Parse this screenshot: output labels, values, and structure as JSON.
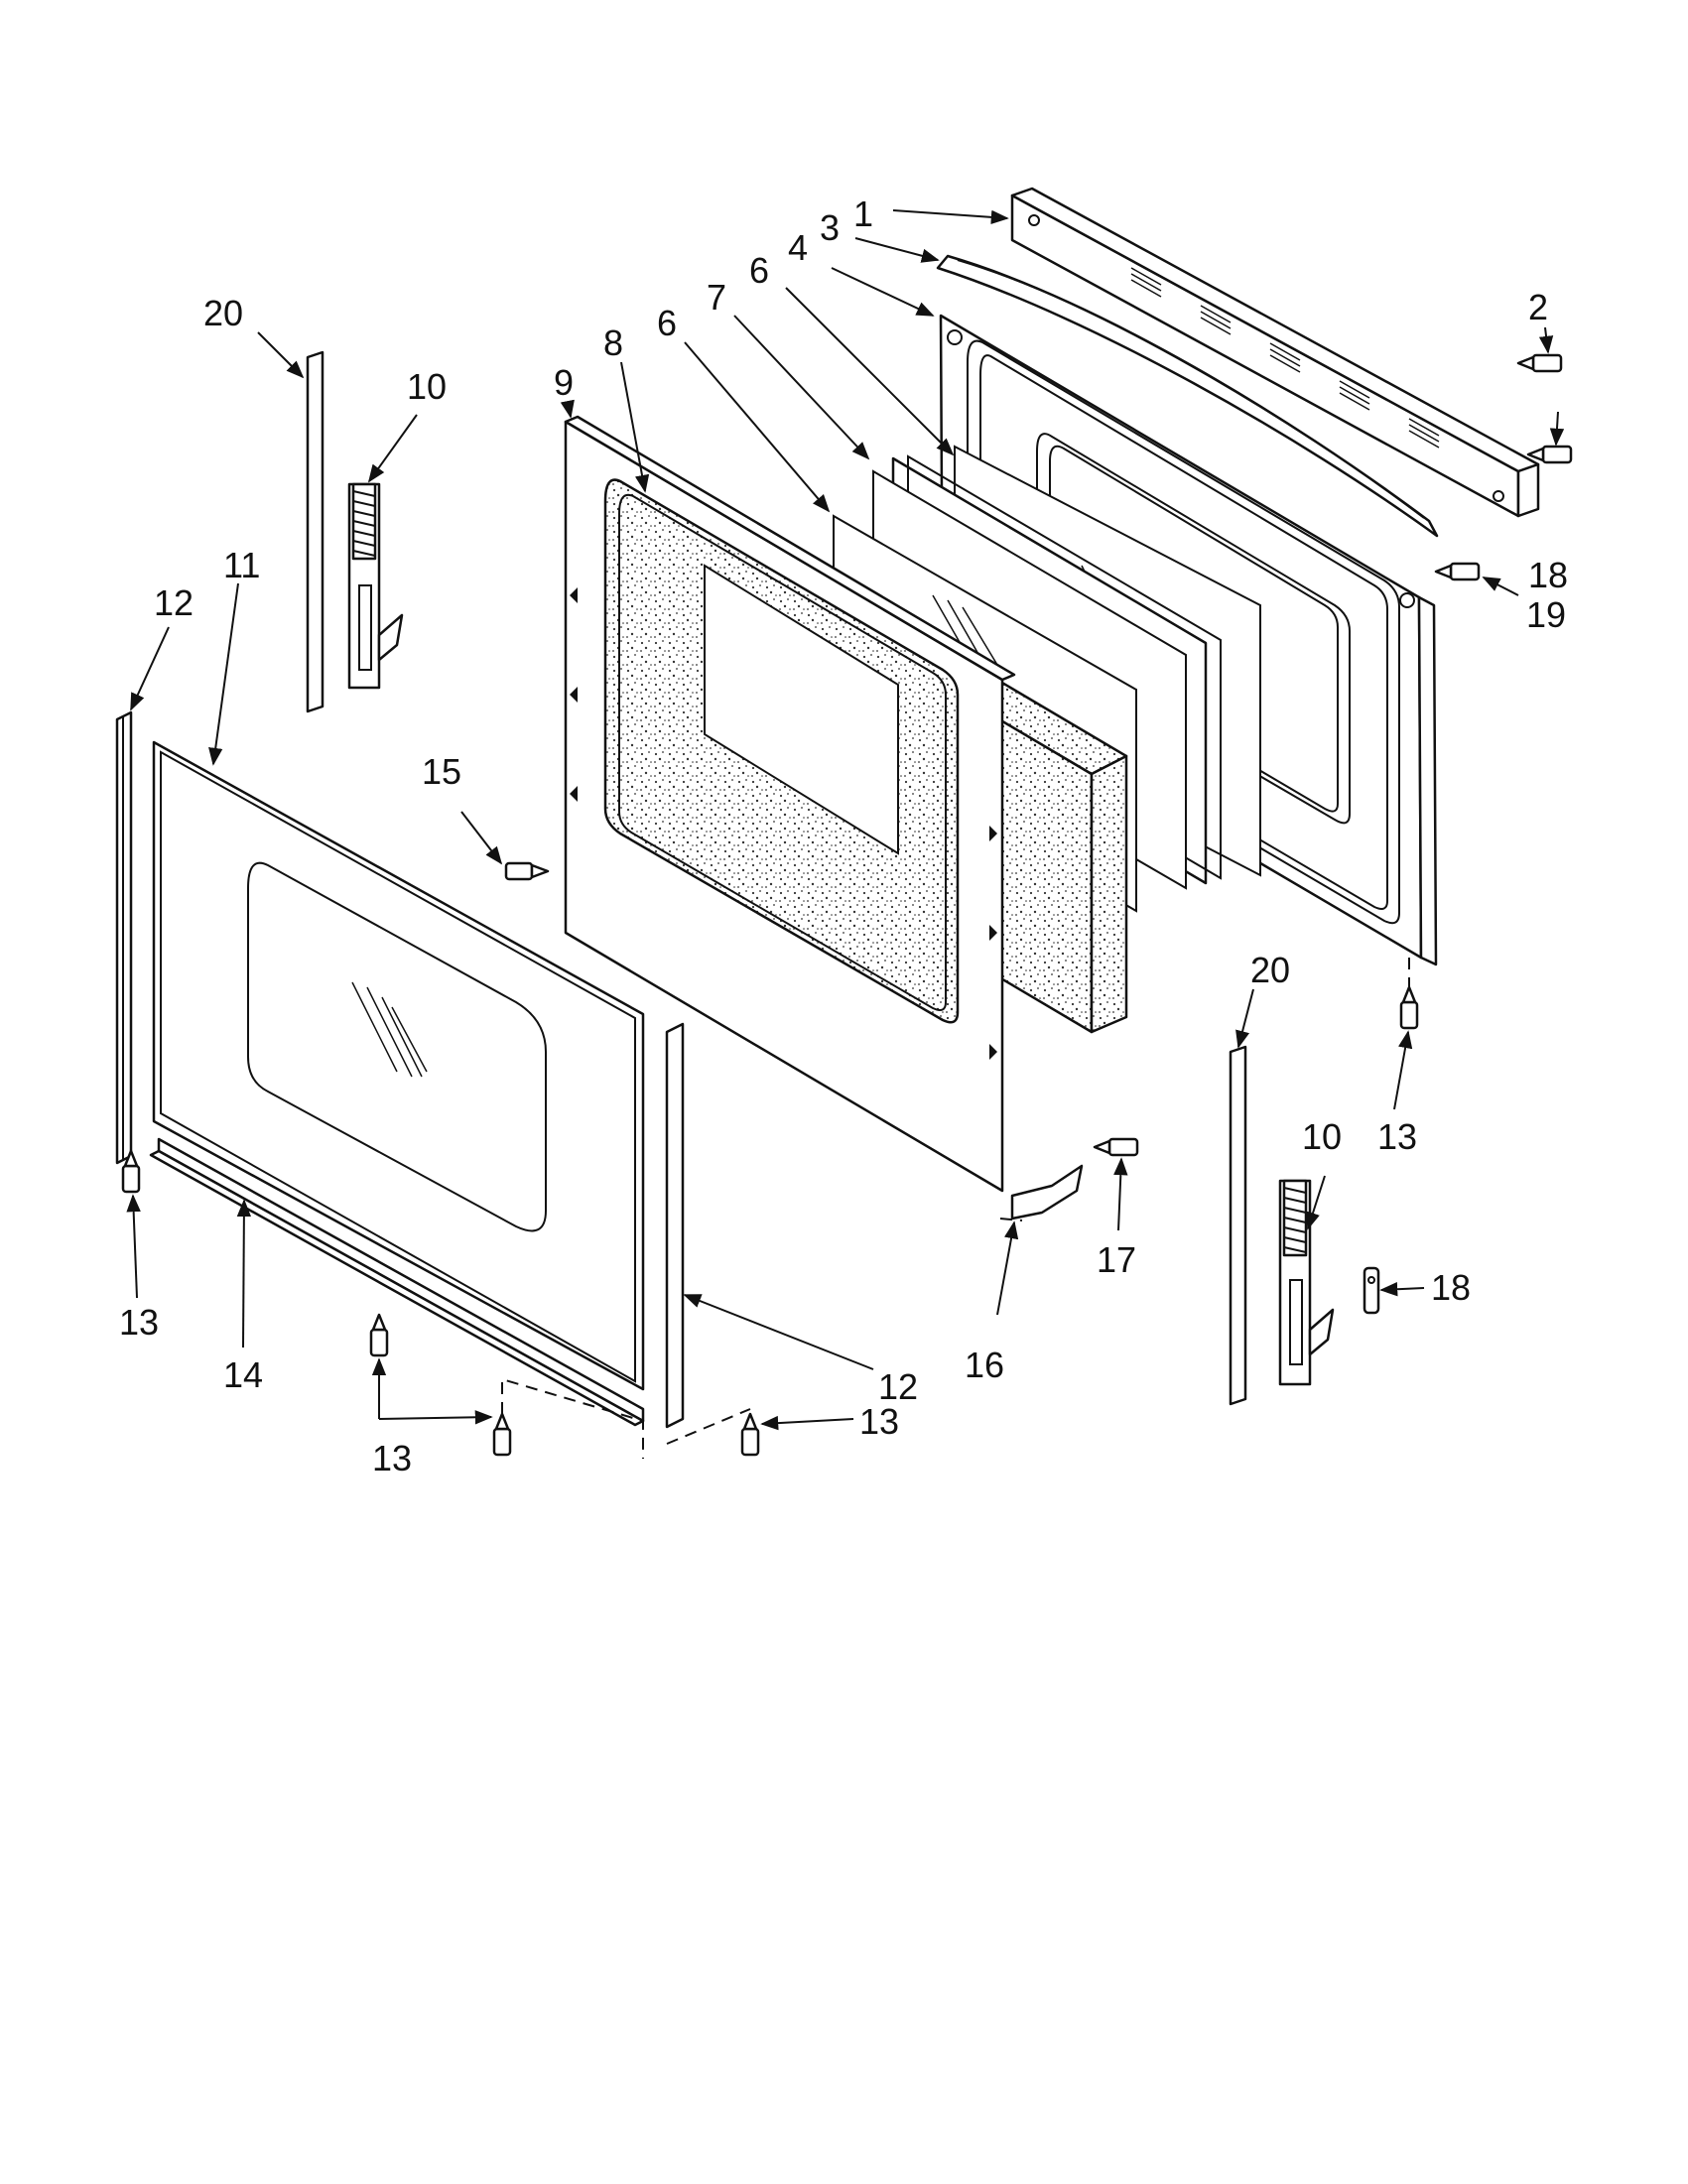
{
  "diagram": {
    "callouts": [
      "1",
      "2",
      "3",
      "4",
      "6",
      "7",
      "6",
      "8",
      "9",
      "20",
      "10",
      "11",
      "12",
      "15",
      "18",
      "19",
      "20",
      "10",
      "13",
      "17",
      "18",
      "13",
      "14",
      "16",
      "12",
      "13",
      "13"
    ]
  }
}
